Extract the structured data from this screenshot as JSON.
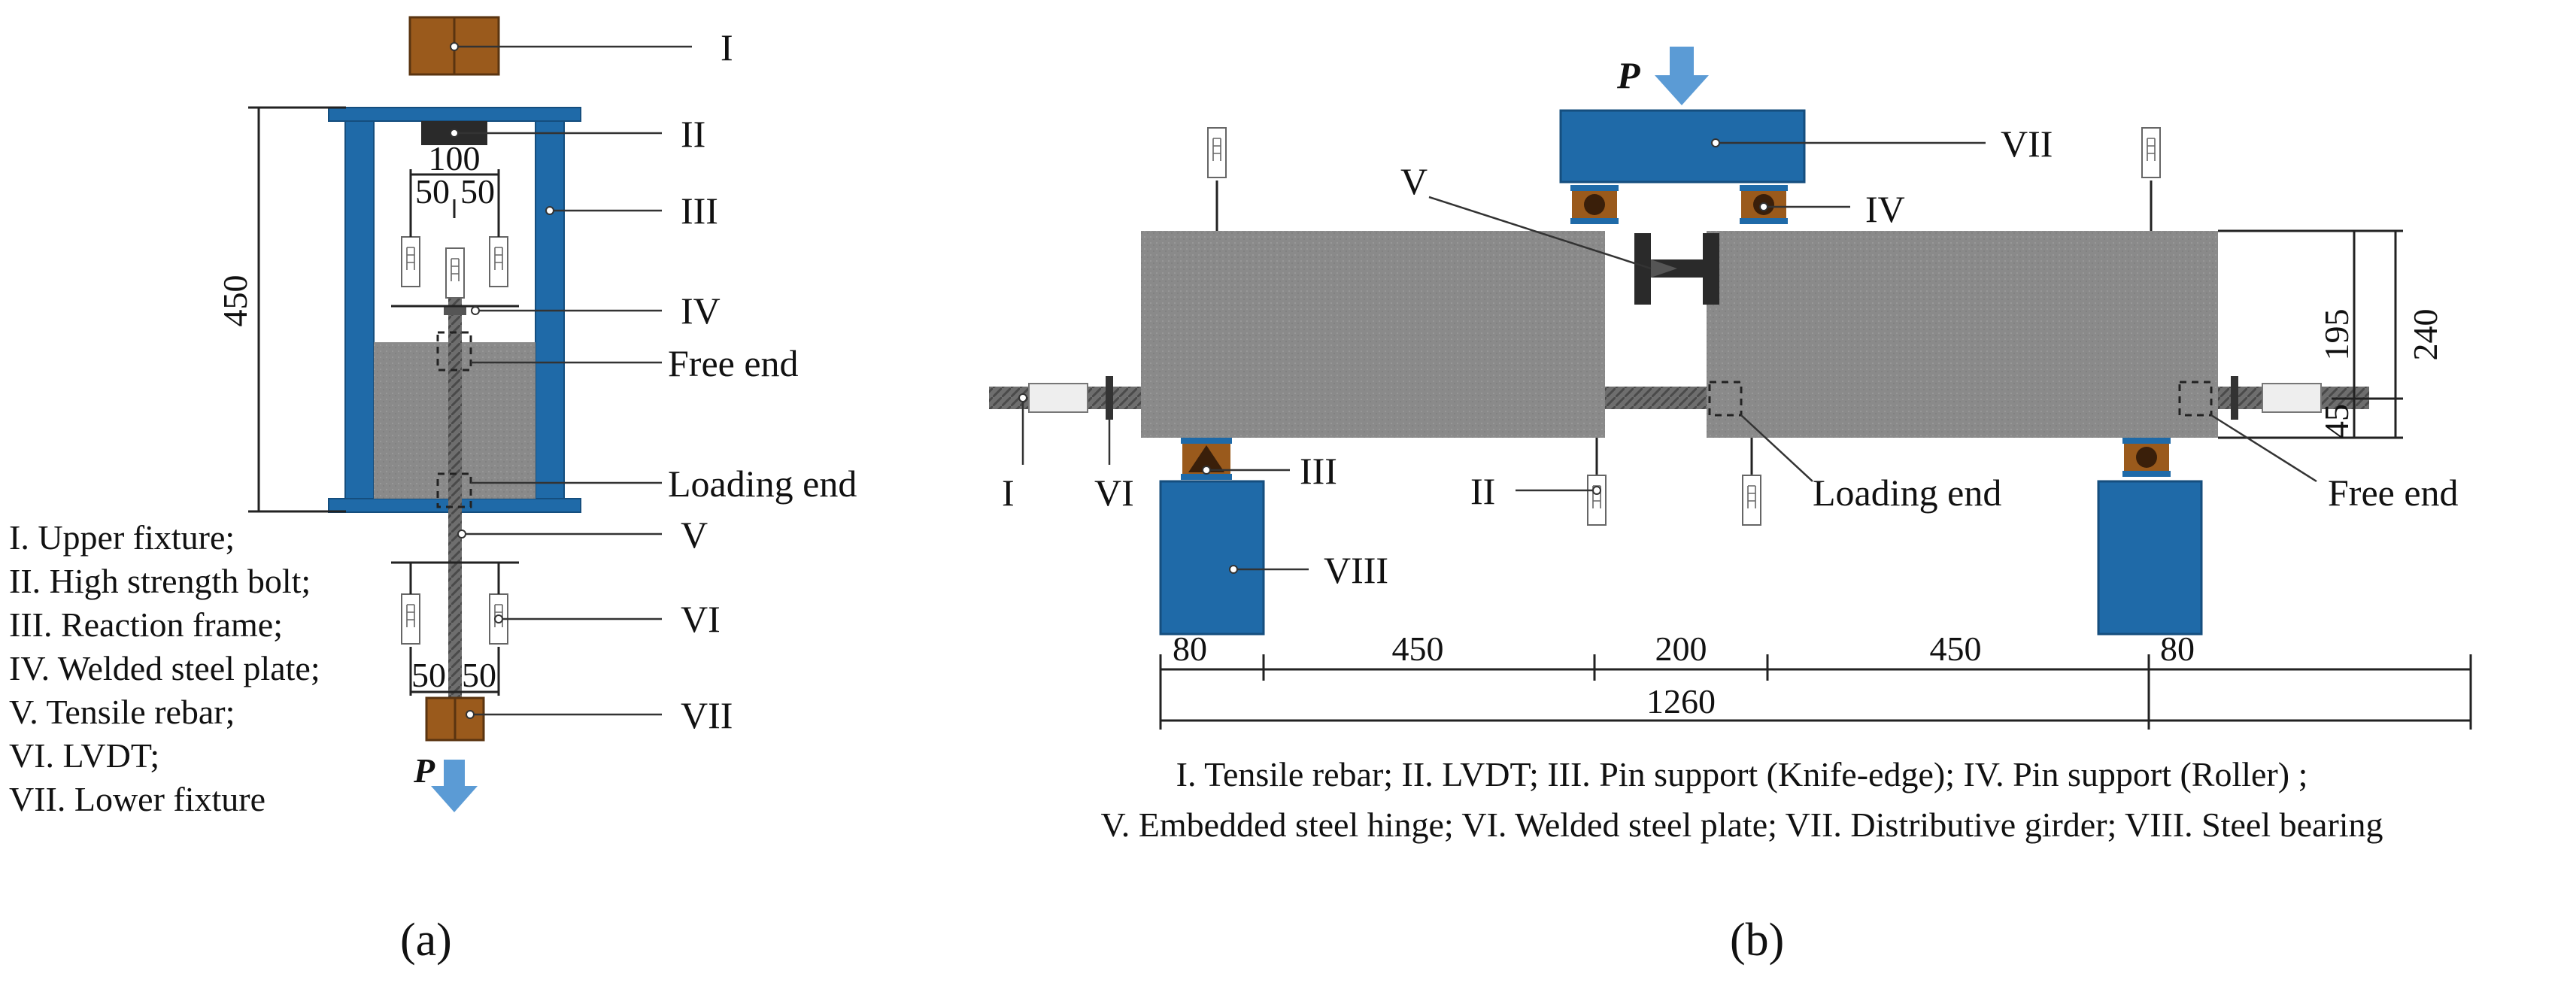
{
  "panel_a": {
    "caption": "(a)",
    "labels": {
      "I": "I",
      "II": "II",
      "III": "III",
      "IV": "IV",
      "V": "V",
      "VI": "VI",
      "VII": "VII"
    },
    "free_end": "Free end",
    "loading_end": "Loading end",
    "load": "P",
    "dims": {
      "height": "450",
      "top_width": "100",
      "top_left": "50",
      "top_right": "50",
      "bot_left": "50",
      "bot_right": "50"
    },
    "legend": [
      "I. Upper fixture;",
      "II. High strength bolt;",
      "III. Reaction frame;",
      "IV. Welded steel plate;",
      "V. Tensile rebar;",
      "VI. LVDT;",
      "VII. Lower fixture"
    ]
  },
  "panel_b": {
    "caption": "(b)",
    "labels": {
      "I": "I",
      "II": "II",
      "III": "III",
      "IV": "IV",
      "V": "V",
      "VI": "VI",
      "VII": "VII",
      "VIII": "VIII"
    },
    "loading_end": "Loading end",
    "free_end": "Free end",
    "load": "P",
    "dims": {
      "d80a": "80",
      "d450a": "450",
      "d200": "200",
      "d450b": "450",
      "d80b": "80",
      "total": "1260",
      "h195": "195",
      "h240": "240",
      "h45": "45"
    },
    "legend_line1": "I. Tensile rebar; II. LVDT; III. Pin support (Knife-edge); IV. Pin support (Roller) ;",
    "legend_line2": "V. Embedded steel hinge; VI. Welded steel plate; VII. Distributive girder; VIII. Steel bearing"
  },
  "colors": {
    "steel_blue": "#1f6aa8",
    "fixture_brown": "#9a5a1c",
    "concrete": "#8c8c8c",
    "arrow": "#5b9bd5"
  }
}
